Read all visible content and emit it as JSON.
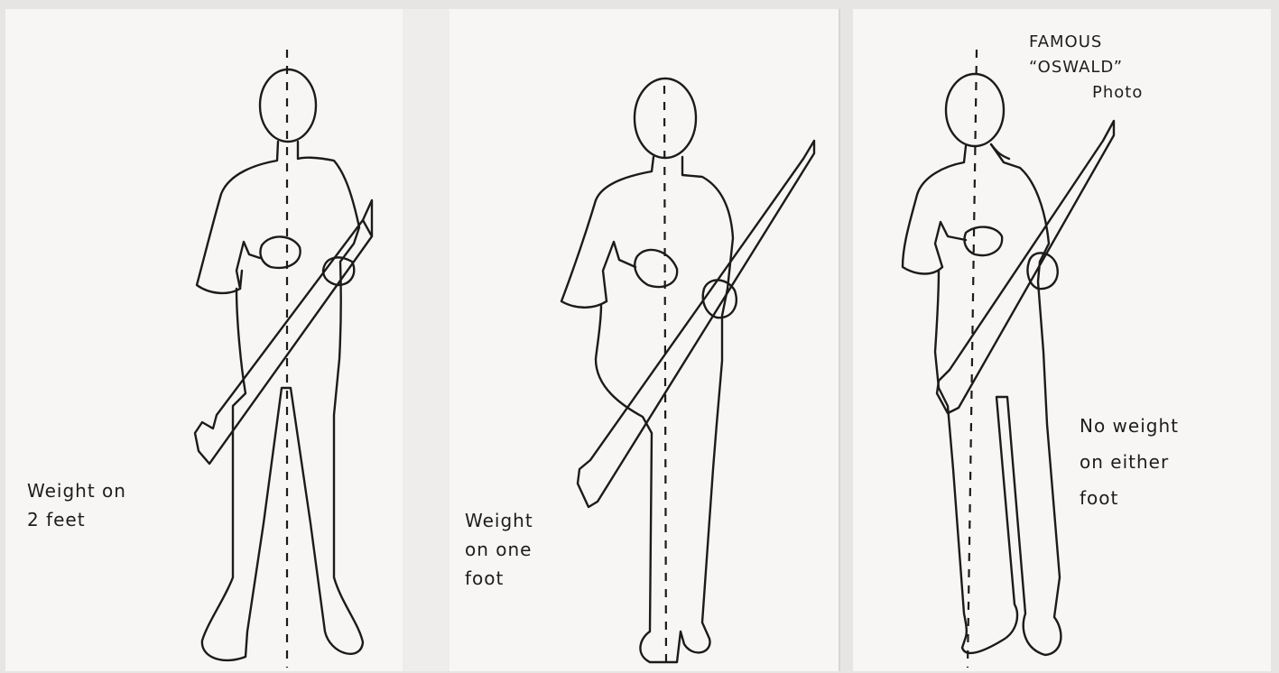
{
  "panels": [
    {
      "caption": "Weight on\n2 feet"
    },
    {
      "caption": "Weight\non one\nfoot"
    },
    {
      "caption": "No weight\non either\nfoot"
    }
  ],
  "annotation": {
    "lines": [
      "FAMOUS",
      "“OSWALD”",
      "Photo"
    ]
  },
  "colors": {
    "background": "#e7e5e3",
    "paper": "#f7f5f4",
    "ink": "#1b1b1b"
  }
}
